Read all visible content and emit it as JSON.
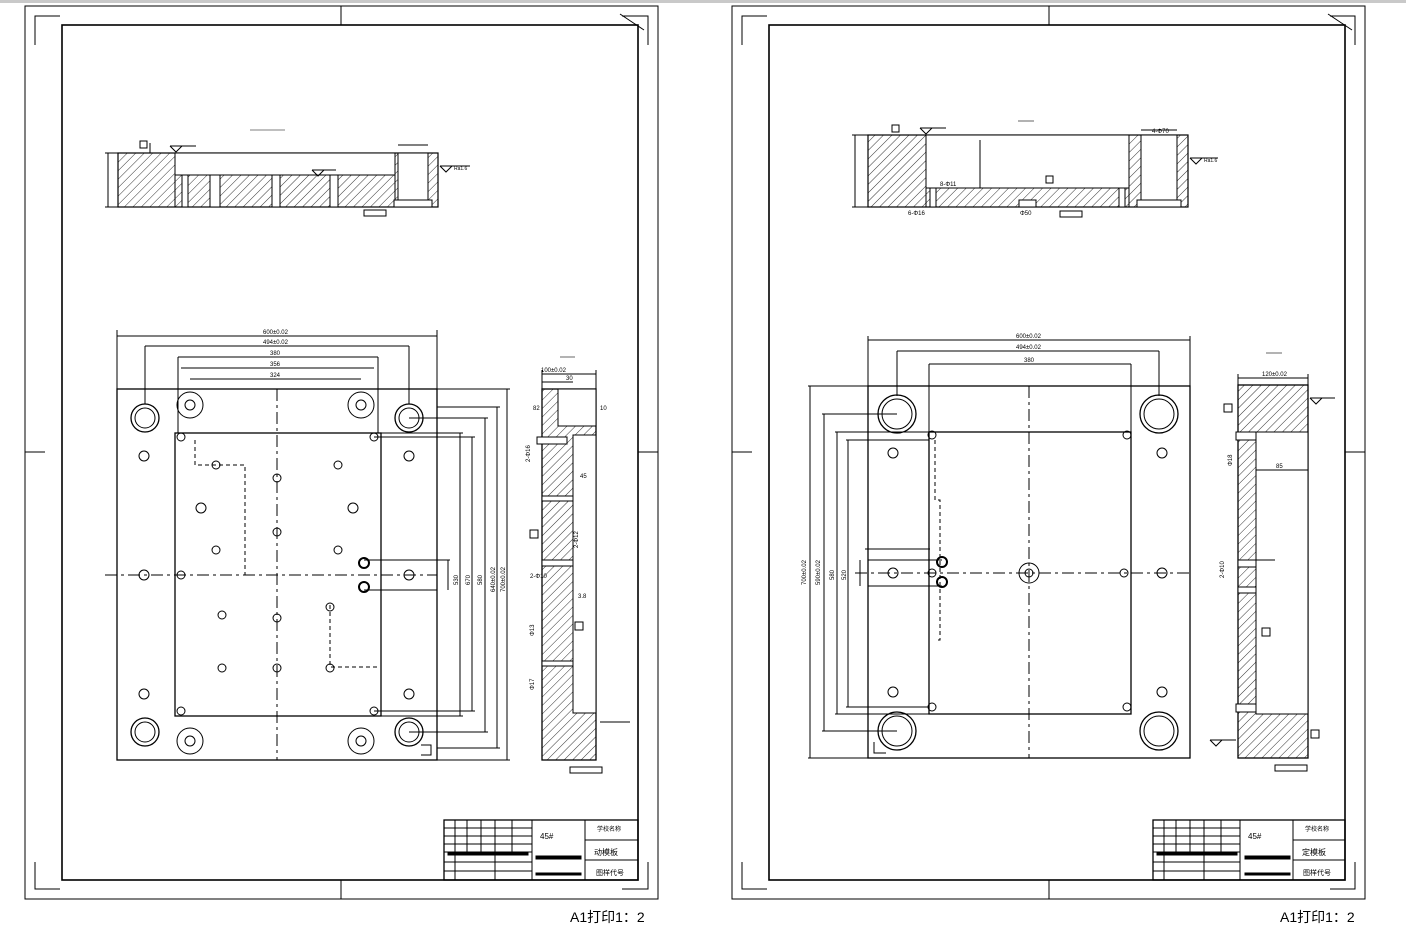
{
  "left_sheet": {
    "material": "45#",
    "school": "学校名称",
    "part_name": "动模板",
    "drawing_no": "图样代号",
    "caption": "A1打印1：2",
    "roughness": "Ra1.6",
    "dims_top": [
      "600±0.02",
      "494±0.02",
      "380",
      "356",
      "324"
    ],
    "dims_side": [
      "100±0.02",
      "30",
      "45",
      "82",
      "10"
    ],
    "dims_right": [
      "670",
      "580",
      "530",
      "640±0.02",
      "700±0.02"
    ],
    "side_labels": [
      "2-Φ16",
      "2-Φ12",
      "2-Φ10",
      "3.8",
      "Φ13",
      "Φ17"
    ]
  },
  "right_sheet": {
    "material": "45#",
    "school": "学校名称",
    "part_name": "定模板",
    "drawing_no": "图样代号",
    "caption": "A1打印1：2",
    "roughness": "Ra1.6",
    "dims_top": [
      "600±0.02",
      "494±0.02",
      "380"
    ],
    "dims_side": [
      "120±0.02",
      "85"
    ],
    "dims_left": [
      "700±0.02",
      "590±0.02",
      "580",
      "520"
    ],
    "side_labels": [
      "6-Φ16",
      "8-Φ11",
      "Φ50",
      "2-Φ10",
      "4-Φ70",
      "Φ18"
    ]
  }
}
